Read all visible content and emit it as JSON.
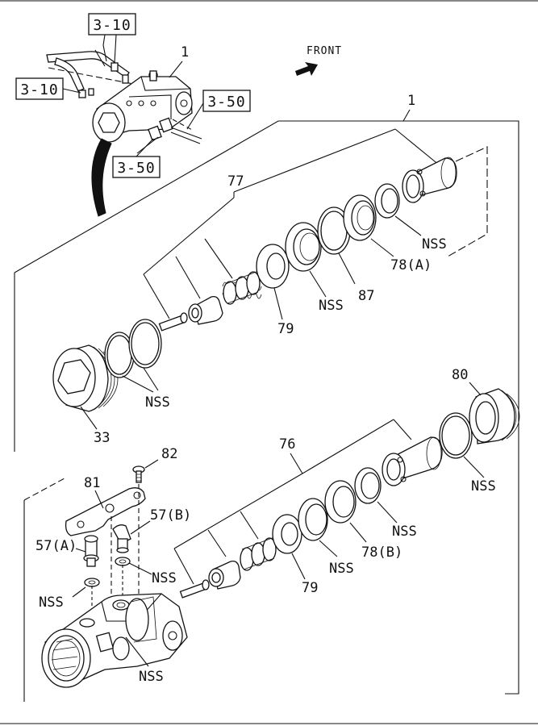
{
  "diagram": {
    "direction_label": "FRONT",
    "overview": {
      "assembly_callout": "1",
      "ref_tube_top": "3-10",
      "ref_tube_left": "3-10",
      "ref_hose_right": "3-50",
      "ref_hose_bottom": "3-50"
    },
    "upper_group": {
      "frame_callout": "1",
      "kit_callout": "77",
      "cap_callout": "33",
      "seal_left_callout": "NSS",
      "seal_rings_callout": "NSS",
      "spacer_callout": "79",
      "ring_callout": "87",
      "sleeve_ring_callout": "78(A)",
      "sleeve_callout": "NSS"
    },
    "lower_group": {
      "kit_callout": "76",
      "cap_callout": "80",
      "screw_callout": "82",
      "plate_callout": "81",
      "fitting_b_callout": "57(B)",
      "fitting_a_callout": "57(A)",
      "washer_b_callout": "NSS",
      "washer_a_callout": "NSS",
      "body_callout": "NSS",
      "spacer_callout": "79",
      "seal_callout": "NSS",
      "sleeve_ring_callout": "78(B)",
      "ring_callout": "NSS",
      "cap_ring_callout": "NSS"
    }
  }
}
